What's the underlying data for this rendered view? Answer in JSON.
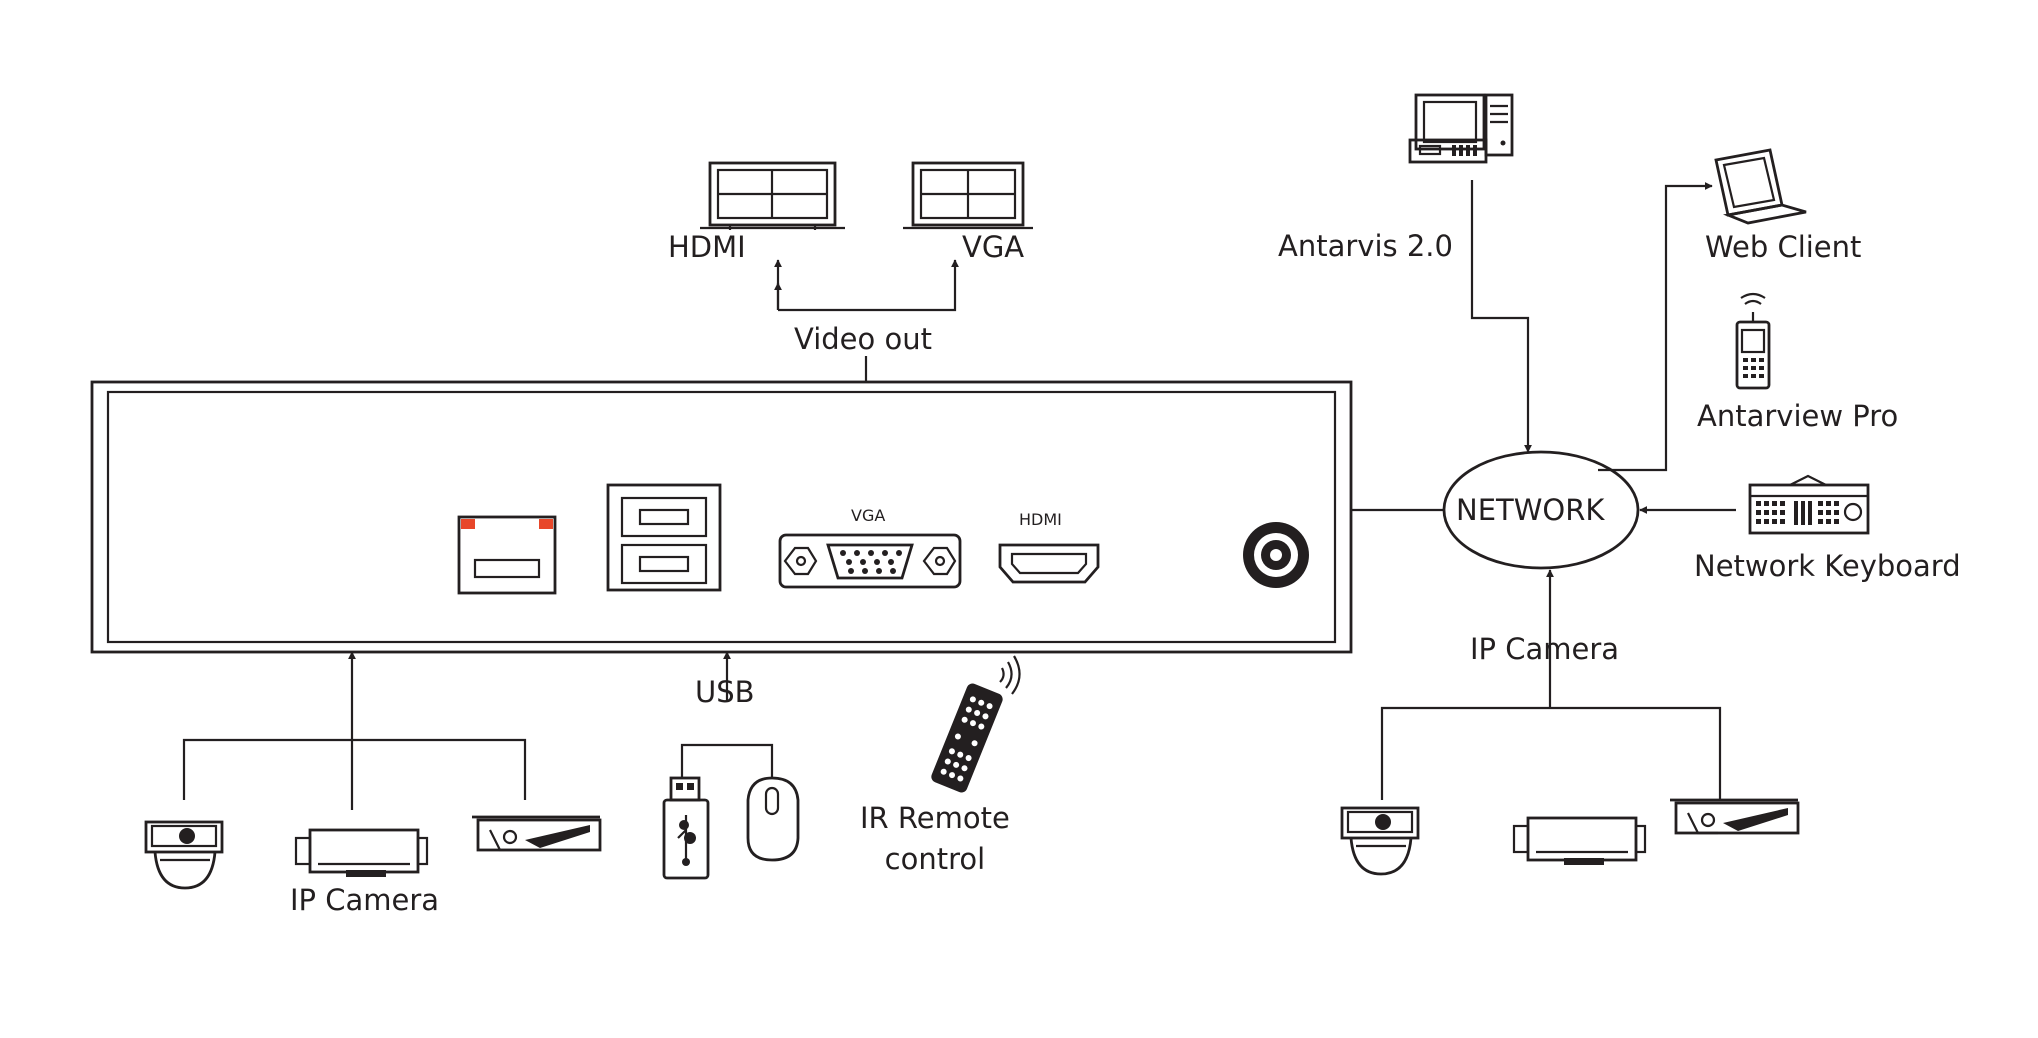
{
  "labels": {
    "hdmi_monitor": "HDMI",
    "vga_monitor": "VGA",
    "video_out": "Video out",
    "port_vga": "VGA",
    "port_hdmi": "HDMI",
    "usb": "USB",
    "ir_remote": "IR Remote\ncontrol",
    "ip_camera_left": "IP Camera",
    "ip_camera_right": "IP Camera",
    "antarvis": "Antarvis 2.0",
    "web_client": "Web Client",
    "antarview_pro": "Antarview Pro",
    "network": "NETWORK",
    "network_keyboard": "Network Keyboard"
  },
  "colors": {
    "line": "#231f20",
    "rj45_led": "#e8472a",
    "background": "#ffffff"
  },
  "icons": [
    "monitor-icon",
    "desktop-computer-icon",
    "laptop-icon",
    "mobile-phone-icon",
    "network-keyboard-icon",
    "dome-camera-icon",
    "box-camera-icon",
    "bullet-camera-icon",
    "usb-drive-icon",
    "mouse-icon",
    "ir-remote-icon",
    "rj45-port-icon",
    "usb-port-icon",
    "vga-port-icon",
    "hdmi-port-icon",
    "power-port-icon"
  ]
}
